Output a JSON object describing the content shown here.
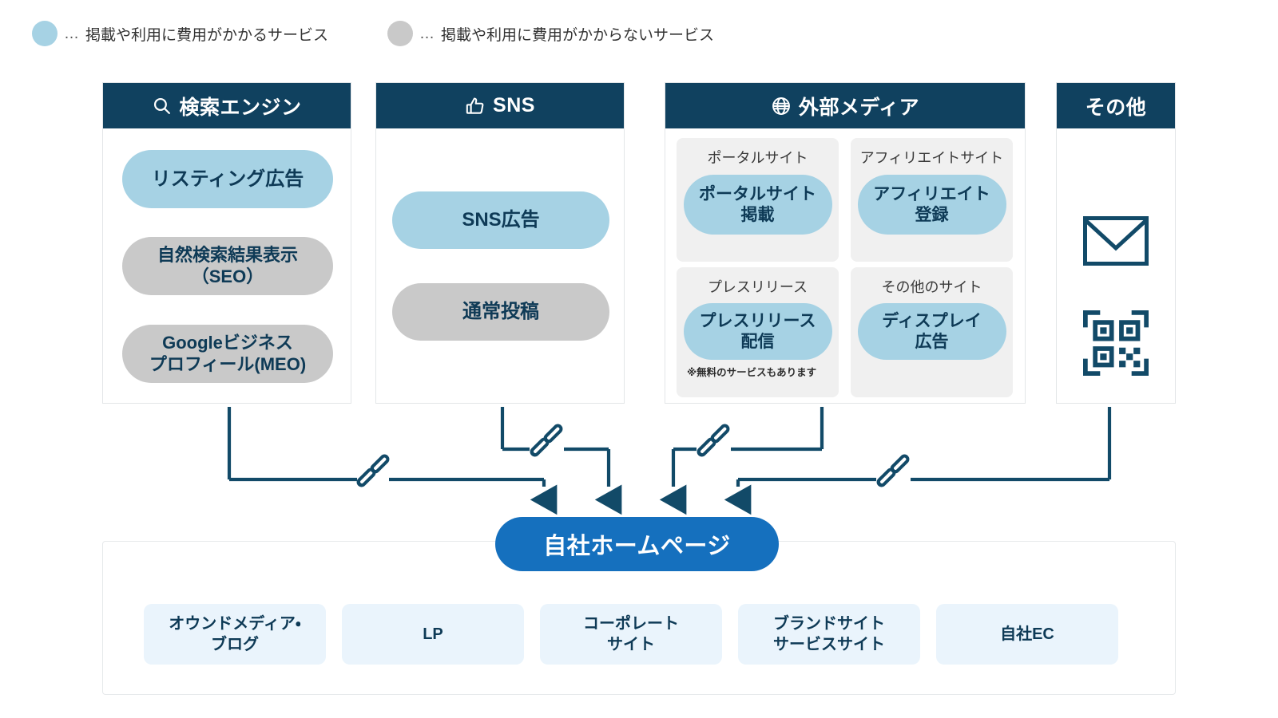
{
  "legend": {
    "items": [
      {
        "color": "#A6D2E4",
        "dots": "…",
        "label": "掲載や利用に費用がかかるサービス"
      },
      {
        "color": "#C9C9C9",
        "dots": "…",
        "label": "掲載や利用に費用がかからないサービス"
      }
    ]
  },
  "columns": [
    {
      "id": "search-engine",
      "icon": "search-icon",
      "title": "検索エンジン",
      "chips": [
        {
          "label": "リスティング広告",
          "type": "paid"
        },
        {
          "label": "自然検索結果表示\n（SEO）",
          "type": "free"
        },
        {
          "label": "Googleビジネス\nプロフィール(MEO)",
          "type": "free"
        }
      ]
    },
    {
      "id": "sns",
      "icon": "thumbs-up-icon",
      "title": "SNS",
      "chips": [
        {
          "label": "SNS広告",
          "type": "paid"
        },
        {
          "label": "通常投稿",
          "type": "free"
        }
      ]
    },
    {
      "id": "external-media",
      "icon": "globe-icon",
      "title": "外部メディア",
      "subboxes": [
        {
          "title": "ポータルサイト",
          "chip": "ポータルサイト\n掲載",
          "type": "paid",
          "note": ""
        },
        {
          "title": "アフィリエイトサイト",
          "chip": "アフィリエイト\n登録",
          "type": "paid",
          "note": ""
        },
        {
          "title": "プレスリリース",
          "chip": "プレスリリース\n配信",
          "type": "paid",
          "note": "※無料のサービスもあります"
        },
        {
          "title": "その他のサイト",
          "chip": "ディスプレイ\n広告",
          "type": "paid",
          "note": ""
        }
      ]
    },
    {
      "id": "other",
      "icon": "",
      "title": "その他",
      "icons": [
        {
          "name": "envelope-icon"
        },
        {
          "name": "qr-code-icon"
        }
      ]
    }
  ],
  "connectors": {
    "link_icon_name": "chain-link-icon",
    "count": 4,
    "arrow_count": 4
  },
  "bottom": {
    "hub_label": "自社ホームページ",
    "hub_color": "#1570BE",
    "sites": [
      {
        "label": "オウンドメディア・\nブログ"
      },
      {
        "label": "LP"
      },
      {
        "label": "コーポレート\nサイト"
      },
      {
        "label": "ブランドサイト\nサービスサイト"
      },
      {
        "label": "自社EC"
      }
    ]
  },
  "colors": {
    "header_navy": "#10415F",
    "paid_blue": "#A6D2E4",
    "free_gray": "#C9C9C9",
    "hub_blue": "#1570BE",
    "site_card": "#EAF4FC",
    "wire": "#124A68"
  }
}
